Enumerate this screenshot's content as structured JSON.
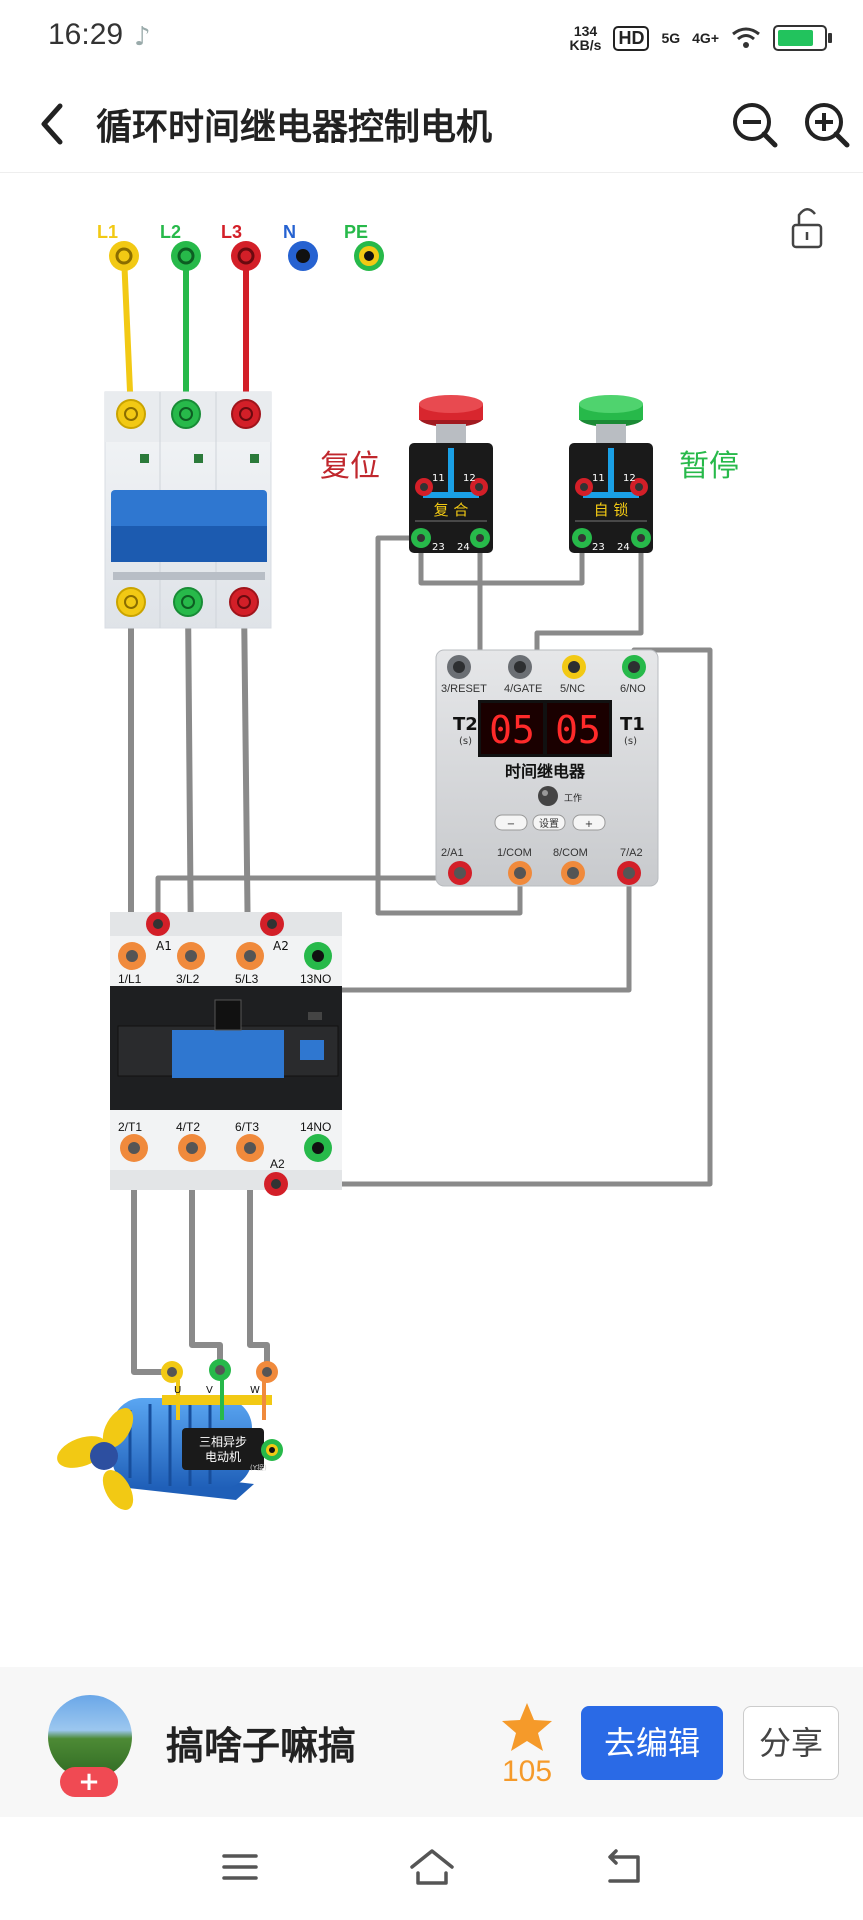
{
  "status_bar": {
    "time": "16:29",
    "net_speed_value": "134",
    "net_speed_unit": "KB/s",
    "hd_label": "HD",
    "signal1_label": "5G",
    "signal2_label": "4G+",
    "battery_level": 0.8
  },
  "header": {
    "title": "循环时间继电器控制电机",
    "back_icon": "chevron-left-icon",
    "zoom_out_icon": "zoom-out-icon",
    "zoom_in_icon": "zoom-in-icon"
  },
  "diagram": {
    "lock_icon": "unlock-icon",
    "power_terminals": [
      "L1",
      "L2",
      "L3",
      "N",
      "PE"
    ],
    "button_reset": {
      "label": "复位",
      "plate_text": "复 合",
      "term_top": [
        "11",
        "12"
      ],
      "term_bottom": [
        "23",
        "24"
      ]
    },
    "button_pause": {
      "label": "暂停",
      "plate_text": "自 锁",
      "term_top": [
        "11",
        "12"
      ],
      "term_bottom": [
        "23",
        "24"
      ]
    },
    "timer": {
      "title": "时间继电器",
      "t2_label": "T2",
      "t1_label": "T1",
      "unit": "(s)",
      "t2_value": "05",
      "t1_value": "05",
      "work_label": "工作",
      "minus_label": "−",
      "set_label": "设置",
      "plus_label": "+",
      "top_terminals": [
        "3/RESET",
        "4/GATE",
        "5/NC",
        "6/NO"
      ],
      "bottom_terminals": [
        "2/A1",
        "1/COM",
        "8/COM",
        "7/A2"
      ]
    },
    "contactor": {
      "a1": "A1",
      "a2": "A2",
      "top_labels": [
        "1/L1",
        "3/L2",
        "5/L3",
        "13NO"
      ],
      "bottom_labels": [
        "2/T1",
        "4/T2",
        "6/T3",
        "14NO"
      ],
      "a2_bottom": "A2"
    },
    "motor": {
      "label_line1": "三相异步",
      "label_line2": "电动机",
      "sub": "(Y接)",
      "terminals": [
        "U",
        "V",
        "W"
      ]
    }
  },
  "footer": {
    "author": "搞啥子嘛搞",
    "avatar_badge": "+",
    "star_icon": "star-icon",
    "star_count": "105",
    "edit_button": "去编辑",
    "share_button": "分享"
  },
  "nav_bar": {
    "icons": [
      "menu-icon",
      "home-icon",
      "back-icon"
    ]
  }
}
